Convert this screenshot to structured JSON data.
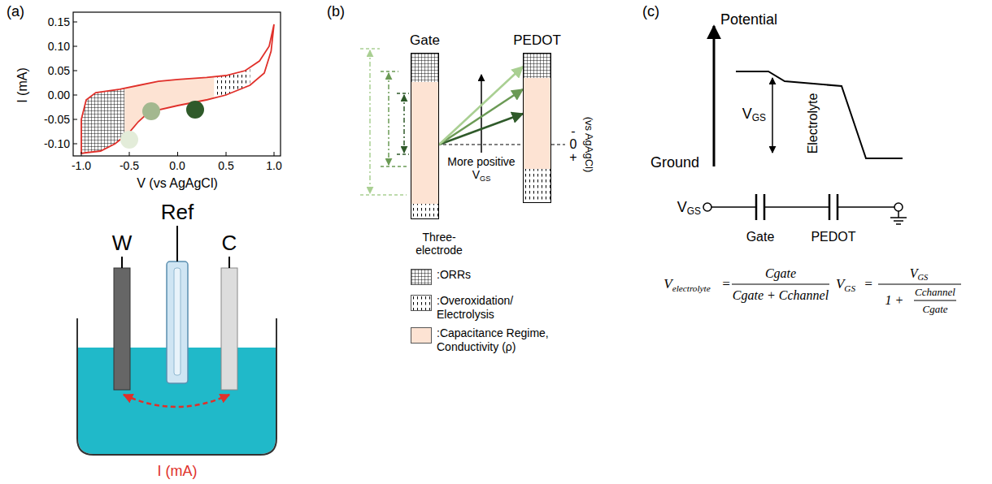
{
  "diagram": {
    "nodes": [
      {
        "text": [
          "Gate"
        ]
      },
      {
        "text": [
          "PEDOT"
        ]
      }
    ],
    "edges": [
      {
        "from": 0,
        "to": 1,
        "arrow": "to"
      },
      {
        "from": 0,
        "to": 1,
        "arrow": "to"
      },
      {
        "from": 0,
        "to": 1,
        "arrow": "to"
      }
    ],
    "labels": [
      "(a)",
      "0.15",
      "0.10",
      "0.05",
      "0.00",
      "-0.05",
      "-0.10",
      "-1.0",
      "-0.5",
      "0.0",
      "0.5",
      "1.0",
      "I (mA)",
      "V (vs AgAgCl)",
      "W",
      "Ref",
      "C",
      "I (mA)",
      "(b)",
      "More positive VGS",
      "-",
      "0",
      "+",
      "(vs AgAgCl)",
      "Three- electrode",
      "(c)",
      "Potential",
      "VGS",
      "Ground",
      "Electrolyte",
      "VGS",
      "Gate",
      "PEDOT",
      "Velectrolyte",
      "=",
      "Cgate",
      "Cgate + Cchannel",
      "VGS",
      "=",
      "VGS",
      "1 +",
      "Cchannel",
      "Cgate"
    ],
    "legend": [
      {
        "text": ":ORRs"
      },
      {
        "text": ":Overoxidation/ Electrolysis"
      },
      {
        "text": ":Capacitance Regime, Conductivity (ρ)",
        "color": "#fde3d3"
      }
    ]
  }
}
